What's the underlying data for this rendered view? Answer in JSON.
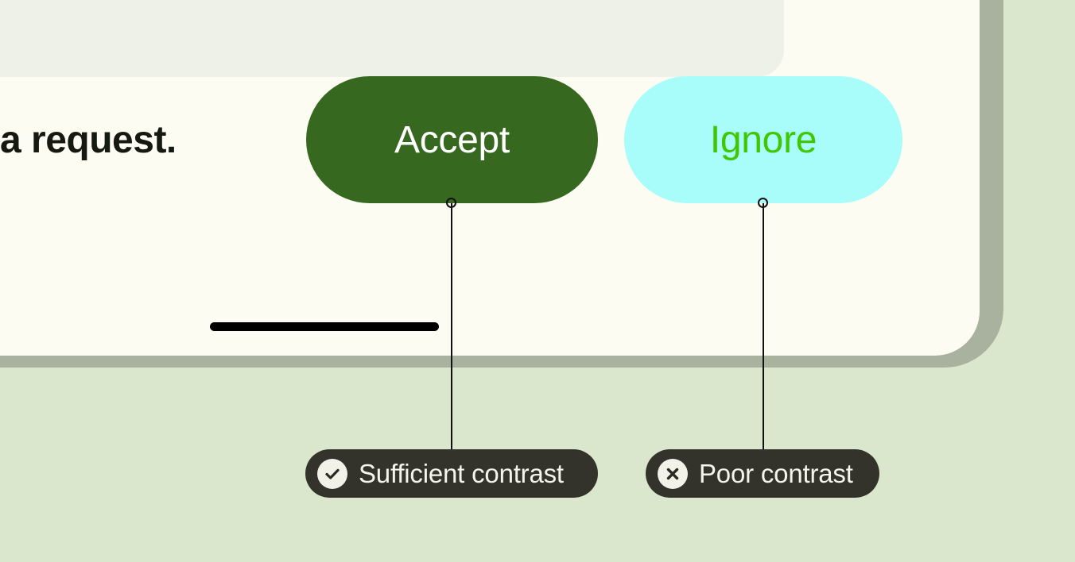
{
  "theme": {
    "page_background": "#dbe7cd",
    "bezel": "#a8b29e",
    "screen": "#fdfcf2",
    "card": "#eef1e7",
    "accept_button_bg": "#36681f",
    "accept_button_text": "#ffffff",
    "ignore_button_bg": "#a8fcfa",
    "ignore_button_text": "#3fc700",
    "annotation_pill_bg": "#33332c",
    "annotation_pill_text": "#f4f4ec",
    "annotation_icon_bg": "#f2f2e8",
    "body_text": "#15190f",
    "leader_line": "#111111",
    "home_indicator": "#000000"
  },
  "card": {
    "message_text": "a request."
  },
  "buttons": {
    "accept": {
      "label": "Accept",
      "name": "accept-button"
    },
    "ignore": {
      "label": "Ignore",
      "name": "ignore-button"
    }
  },
  "annotations": [
    {
      "label": "Sufficient contrast",
      "icon": "check-circle-icon",
      "target": "accept-button"
    },
    {
      "label": "Poor contrast",
      "icon": "x-circle-icon",
      "target": "ignore-button"
    }
  ]
}
